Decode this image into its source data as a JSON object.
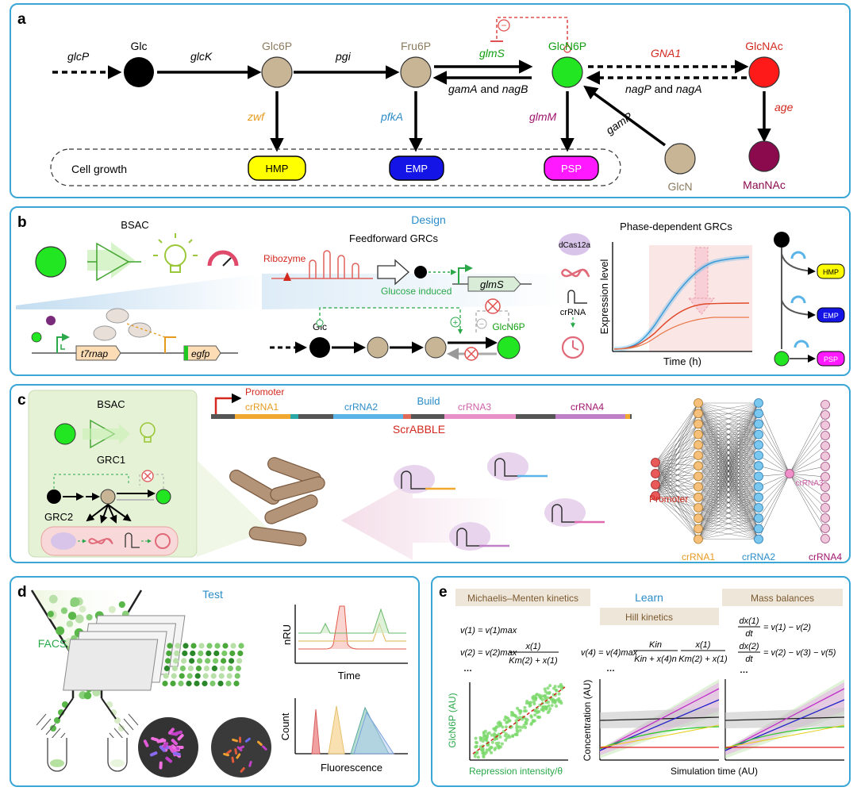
{
  "colors": {
    "border": "#3aa6d6",
    "green": "#22e622",
    "red": "#ff1a1a",
    "tan": "#c8b596",
    "purple": "#8b0a4e",
    "yellow": "#ffff00",
    "blue": "#1414e6",
    "magenta": "#ff19ff",
    "orange_text": "#e69a1e",
    "blue_text": "#2a8cc8",
    "red_text": "#d2281e",
    "darkred_text": "#b0143c",
    "magenta_text": "#a0146e",
    "design_blue": "#2a8cc8"
  },
  "panel_a": {
    "label": "a",
    "nodes": {
      "glc": "Glc",
      "glc6p": "Glc6P",
      "fru6p": "Fru6P",
      "glcn6p": "GlcN6P",
      "glcnac": "GlcNAc",
      "manac": "ManNAc",
      "glcn": "GlcN"
    },
    "enzymes": {
      "glcp": "glcP",
      "glck": "glcK",
      "pgi": "pgi",
      "glms": "glmS",
      "gna1": "GNA1",
      "gama": "gamA",
      "and1": "and",
      "nagb": "nagB",
      "nagp": "nagP",
      "and2": "and",
      "naga": "nagA",
      "zwf": "zwf",
      "pfka": "pfkA",
      "glmm": "glmM",
      "gamp": "gamP",
      "age": "age"
    },
    "inhibit_sign": "−",
    "cell_growth": "Cell growth",
    "boxes": {
      "hmp": "HMP",
      "emp": "EMP",
      "psp": "PSP"
    }
  },
  "panel_b": {
    "label": "b",
    "bsac": "BSAC",
    "design": "Design",
    "feedforward": "Feedforward GRCs",
    "ribozyme": "Ribozyme",
    "glucose_induced": "Glucose induced",
    "glms": "glmS",
    "t7rnap": "t7rnap",
    "egfp": "egfp",
    "glc": "Glc",
    "glcn6p": "GlcN6P",
    "plus": "+",
    "minus": "−",
    "phase_title": "Phase-dependent GRCs",
    "dcas12a": "dCas12a",
    "crrna": "crRNA",
    "y_axis": "Expression level",
    "x_axis": "Time (h)",
    "outputs": {
      "hmp": "HMP",
      "emp": "EMP",
      "psp": "PSP"
    }
  },
  "panel_c": {
    "label": "c",
    "bsac": "BSAC",
    "grc1": "GRC1",
    "grc2": "GRC2",
    "promoter_top": "Promoter",
    "crrna1": "crRNA1",
    "crrna2": "crRNA2",
    "build": "Build",
    "crrna3": "crRNA3",
    "crrna4": "crRNA4",
    "scrabble": "ScrABBLE",
    "promoter_net": "Promoter",
    "crrna3_net": "crRNA3",
    "net_crrna1": "crRNA1",
    "net_crrna2": "crRNA2",
    "net_crrna4": "crRNA4"
  },
  "panel_d": {
    "label": "d",
    "test": "Test",
    "facs": "FACS",
    "nru": "nRU",
    "time": "Time",
    "count": "Count",
    "fluorescence": "Fluorescence"
  },
  "panel_e": {
    "label": "e",
    "learn": "Learn",
    "mm": "Michaelis–Menten kinetics",
    "hill": "Hill kinetics",
    "mass": "Mass balances",
    "eq1": "v(1) = v(1)max",
    "eq2a": "v(2) = v(2)max",
    "eq2b": "x(1)",
    "eq2c": "Km(2) + x(1)",
    "eq4a": "v(4) = v(4)max",
    "eq4b": "Kin",
    "eq4c": "Kin + x(4)n",
    "eq4d": "x(1)",
    "eq4e": "Km(2) + x(1)",
    "dots1": "…",
    "dots2": "…",
    "dots3": "…",
    "mb1l": "dx(1)",
    "mb1d": "dt",
    "mb1r": "= v(1) − v(2)",
    "mb2l": "dx(2)",
    "mb2d": "dt",
    "mb2r": "= v(2) − v(3) − v(5)",
    "scatter_y": "GlcN6P (AU)",
    "scatter_x": "Repression intensity/θ",
    "conc_y": "Concentration (AU)",
    "sim_x": "Simulation time (AU)"
  }
}
